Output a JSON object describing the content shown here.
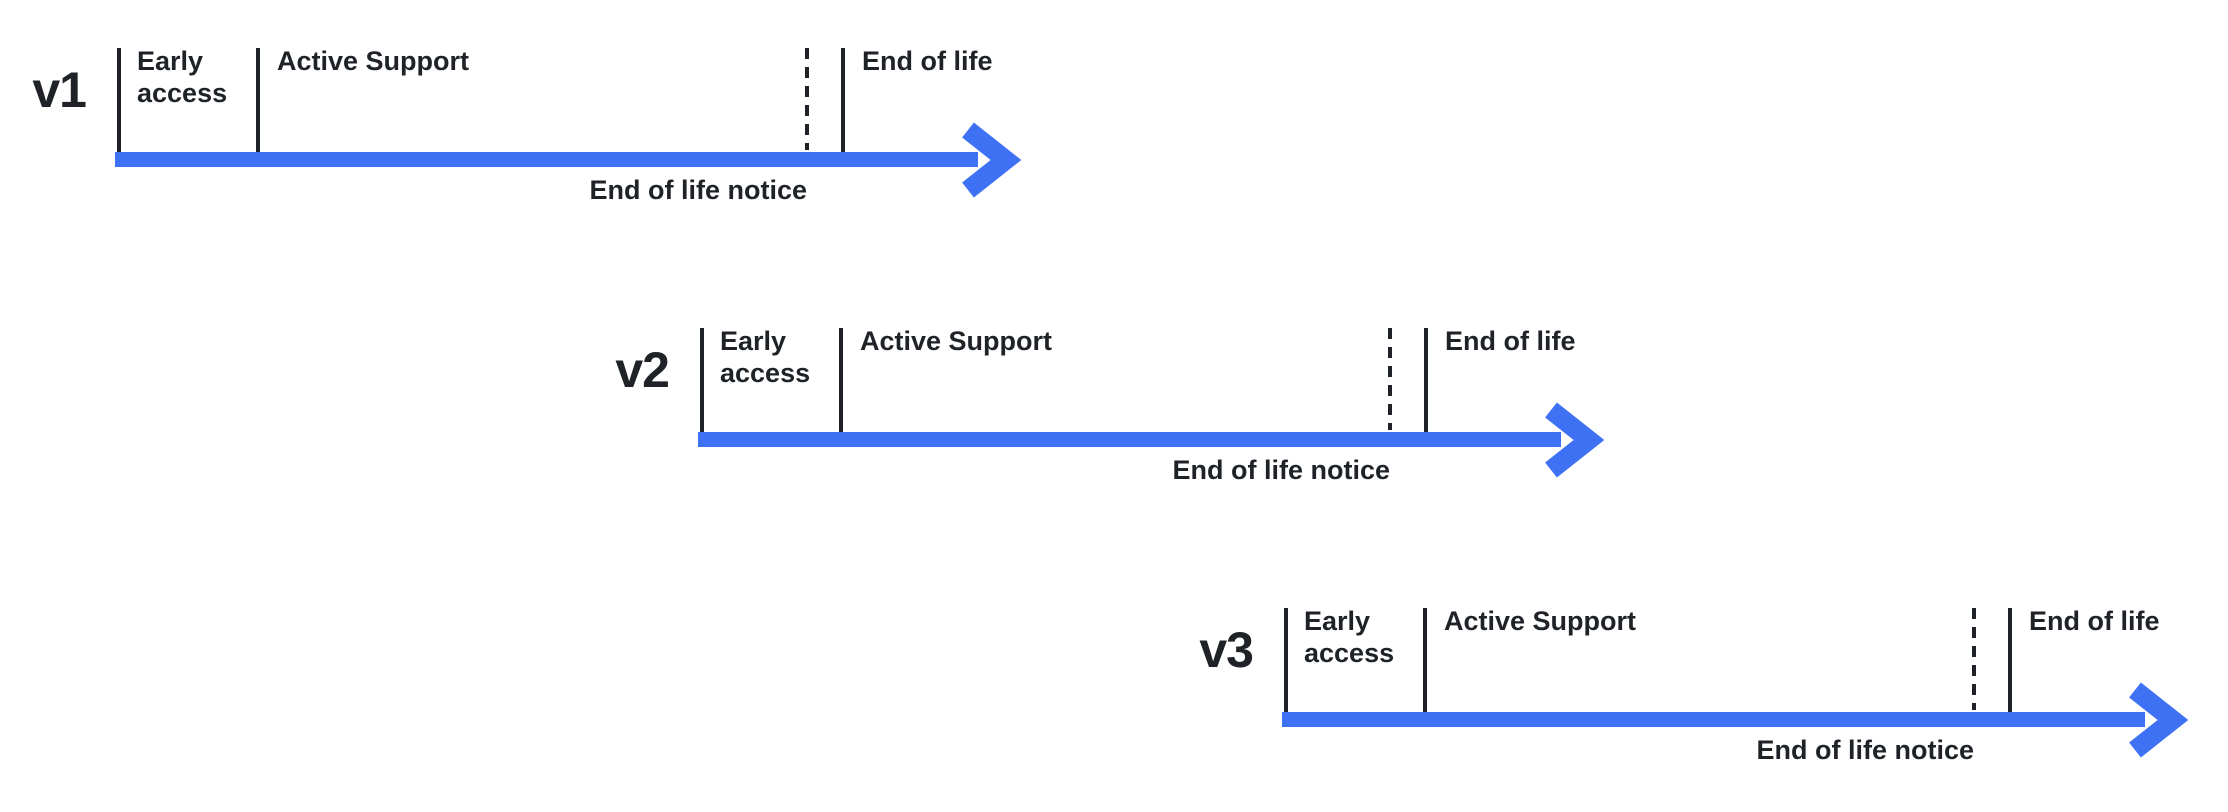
{
  "colors": {
    "arrow_blue": "#3E71F4",
    "ink": "#1F2328",
    "background": "#FFFFFF"
  },
  "icons": {
    "arrow_head": "right-arrow"
  },
  "timelines": [
    {
      "version": "v1",
      "early_access_line1": "Early",
      "early_access_line2": "access",
      "active_support": "Active Support",
      "end_of_life": "End of life",
      "end_of_life_notice": "End of life notice"
    },
    {
      "version": "v2",
      "early_access_line1": "Early",
      "early_access_line2": "access",
      "active_support": "Active Support",
      "end_of_life": "End of life",
      "end_of_life_notice": "End of life notice"
    },
    {
      "version": "v3",
      "early_access_line1": "Early",
      "early_access_line2": "access",
      "active_support": "Active Support",
      "end_of_life": "End of life",
      "end_of_life_notice": "End of life notice"
    }
  ]
}
